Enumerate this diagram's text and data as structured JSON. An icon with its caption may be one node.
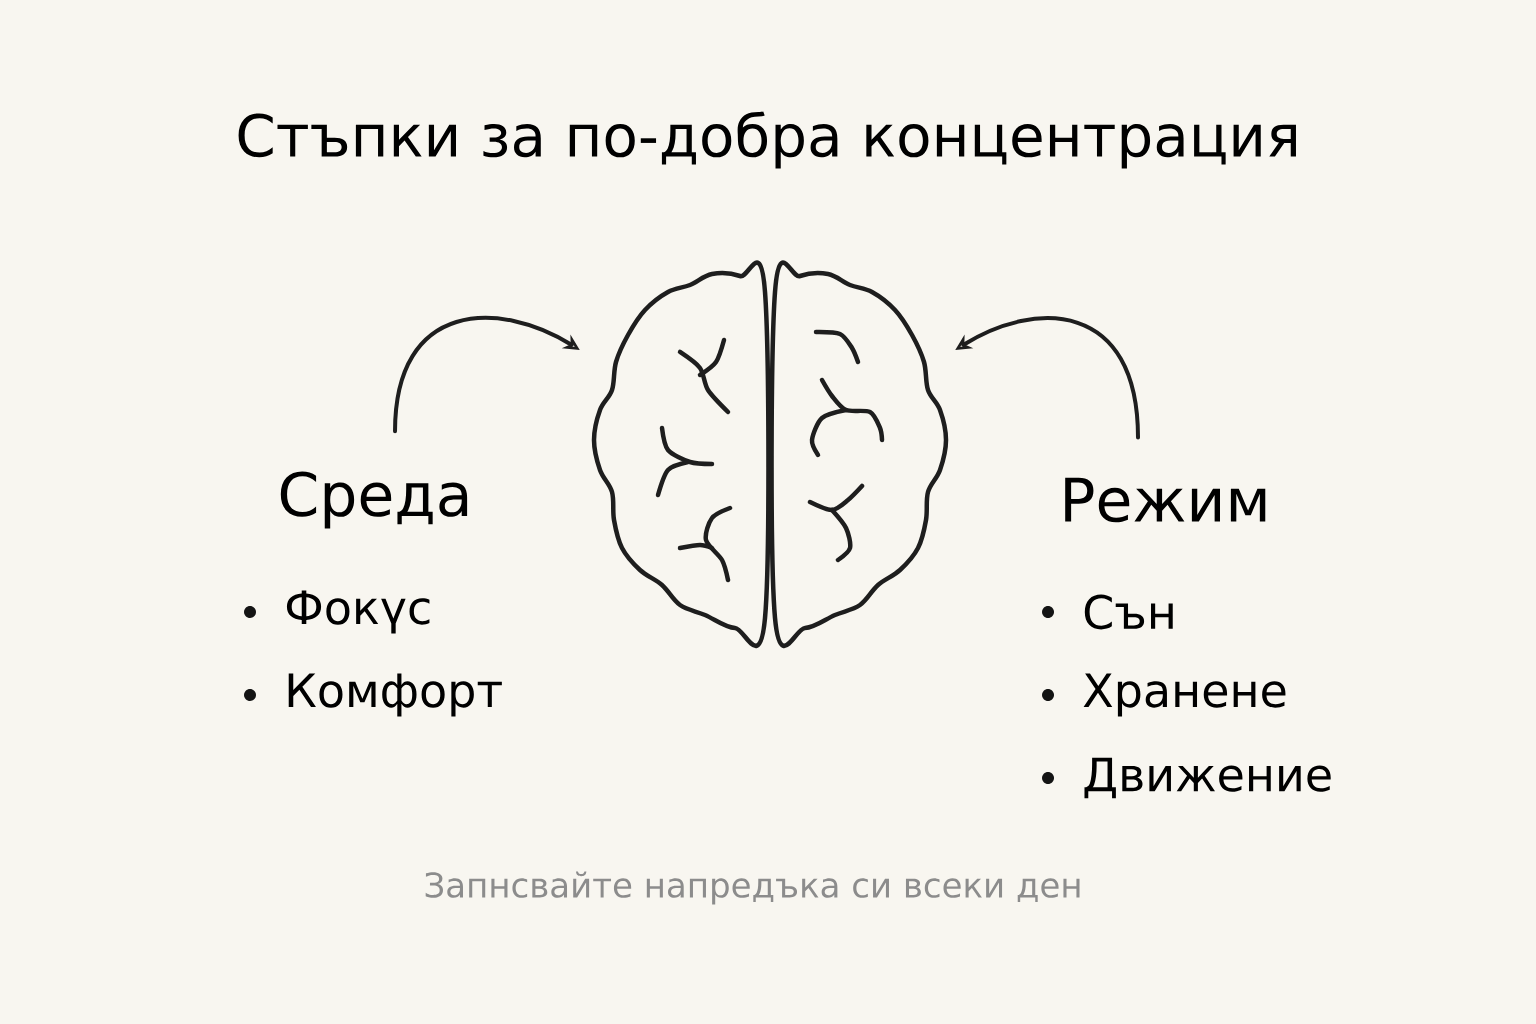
{
  "diagram": {
    "title": "Стъпки за по-добра концентрация",
    "caption": "Запнсвайте напредъка си всеки ден",
    "nodes": [
      {
        "text": [],
        "shape": "picture"
      },
      {
        "text": [
          "Среда"
        ]
      },
      {
        "text": [
          "Режим"
        ]
      }
    ],
    "edges": [
      {
        "from": 1,
        "to": 0,
        "arrow": "to"
      },
      {
        "from": 2,
        "to": 0,
        "arrow": "to"
      }
    ],
    "labels": [
      "Фокүс",
      "Комфорт",
      "Сън",
      "Хранене",
      "Движение"
    ]
  }
}
